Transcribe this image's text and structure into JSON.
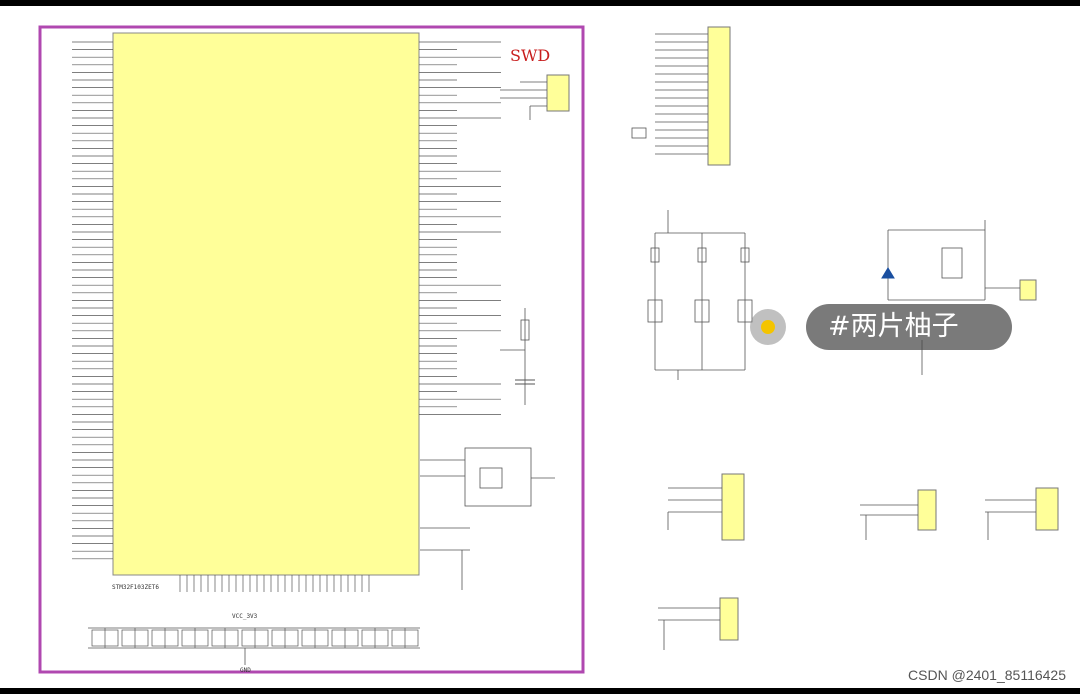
{
  "schematic": {
    "swd_label": "SWD",
    "chip_refs": [
      "STM32F103ZET6"
    ],
    "power_nets": [
      "VCC_3V3",
      "GND"
    ]
  },
  "overlay": {
    "tag_text": "#两片柚子"
  },
  "footer": {
    "watermark": "CSDN @2401_85116425"
  },
  "colors": {
    "chip_fill": "#ffff99",
    "frame": "#b048b0",
    "wire": "#555555",
    "accent_red": "#c81e1e"
  }
}
